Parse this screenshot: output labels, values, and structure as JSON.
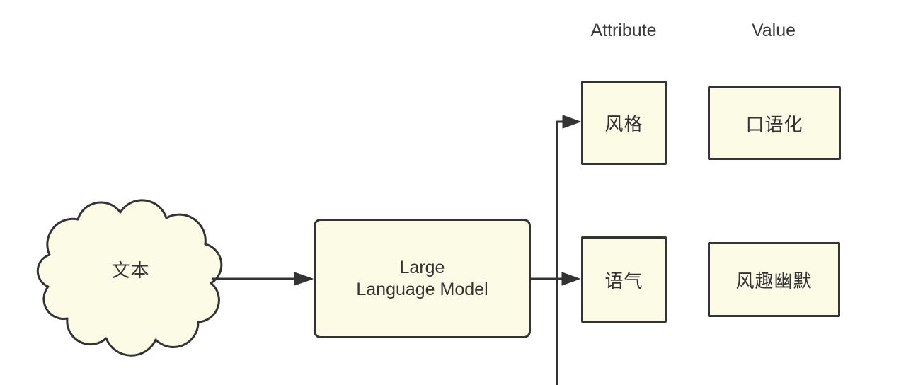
{
  "headers": {
    "attribute": "Attribute",
    "value": "Value"
  },
  "nodes": {
    "input": {
      "label": "文本",
      "shape": "cloud"
    },
    "model": {
      "label": "Large\nLanguage Model",
      "shape": "rounded-rectangle"
    }
  },
  "rows": [
    {
      "attribute": "风格",
      "value": "口语化"
    },
    {
      "attribute": "语气",
      "value": "风趣幽默"
    }
  ],
  "colors": {
    "background": "#ffffff",
    "node_fill": "#fbfbe6",
    "stroke": "#333333",
    "text": "#333333"
  },
  "connections": [
    "文本 -> Large Language Model",
    "Large Language Model -> 风格",
    "Large Language Model -> 语气",
    "Large Language Model -> (continues below frame)"
  ]
}
